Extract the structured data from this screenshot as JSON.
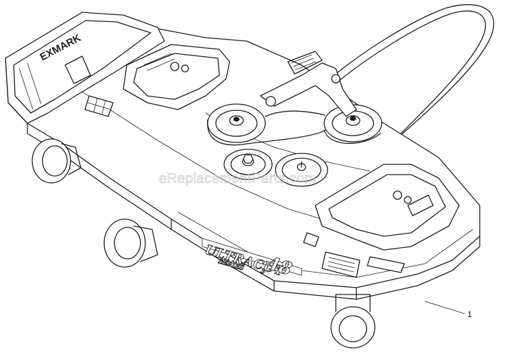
{
  "diagram": {
    "callout_label": "1",
    "watermark": "eReplacementParts.com",
    "deck_brand": "ULTRACUT",
    "deck_series": "SERIES",
    "deck_series_number": "3",
    "deck_size": "48",
    "hood_logo": "EXMARK"
  }
}
